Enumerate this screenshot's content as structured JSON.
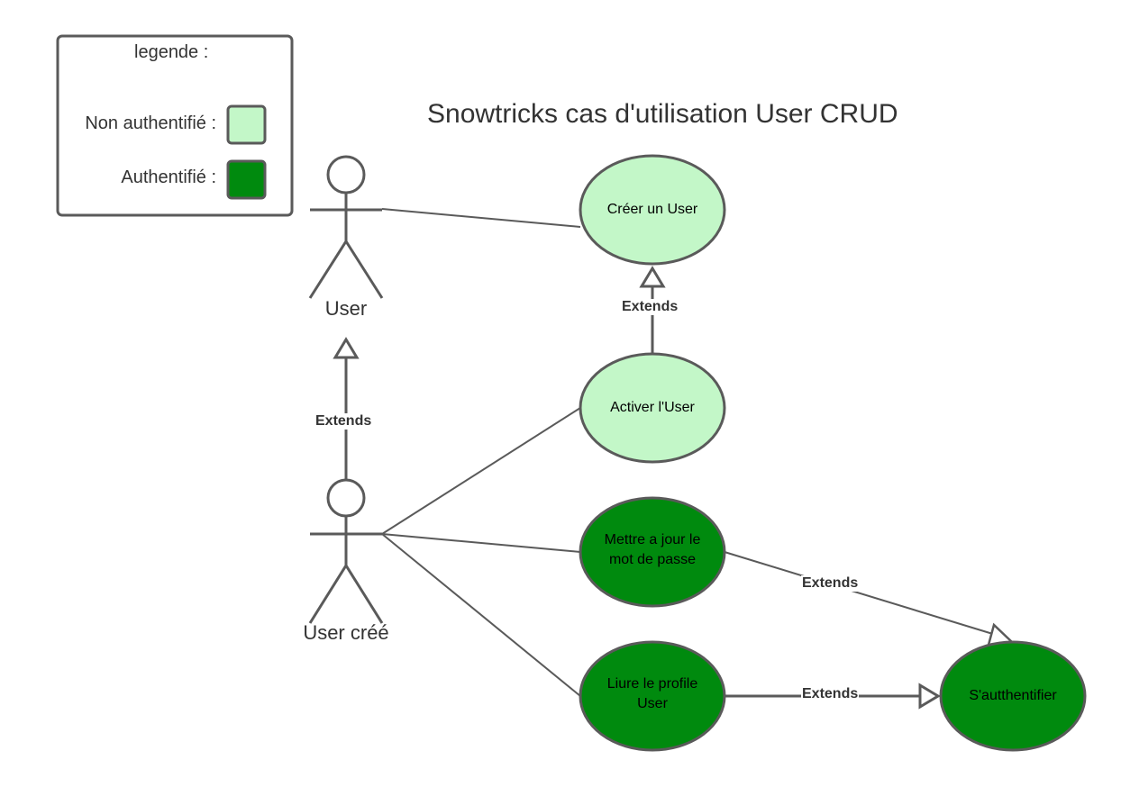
{
  "title": "Snowtricks cas d'utilisation User CRUD",
  "legend": {
    "heading": "legende :",
    "items": [
      {
        "label": "Non authentifié :",
        "color": "#c3f7c8"
      },
      {
        "label": "Authentifié :",
        "color": "#008a0e"
      }
    ]
  },
  "actors": {
    "user": "User",
    "user_created": "User créé"
  },
  "use_cases": {
    "create_user": "Créer un User",
    "activate_user": "Activer l'User",
    "update_password_line1": "Mettre a jour le",
    "update_password_line2": "mot de passe",
    "read_profile_line1": "Liure le profile",
    "read_profile_line2": "User",
    "authenticate": "S'autthentifier"
  },
  "relations": {
    "extends": "Extends"
  },
  "colors": {
    "stroke": "#5a5a5a",
    "light_fill": "#c3f7c8",
    "dark_fill": "#008a0e"
  }
}
